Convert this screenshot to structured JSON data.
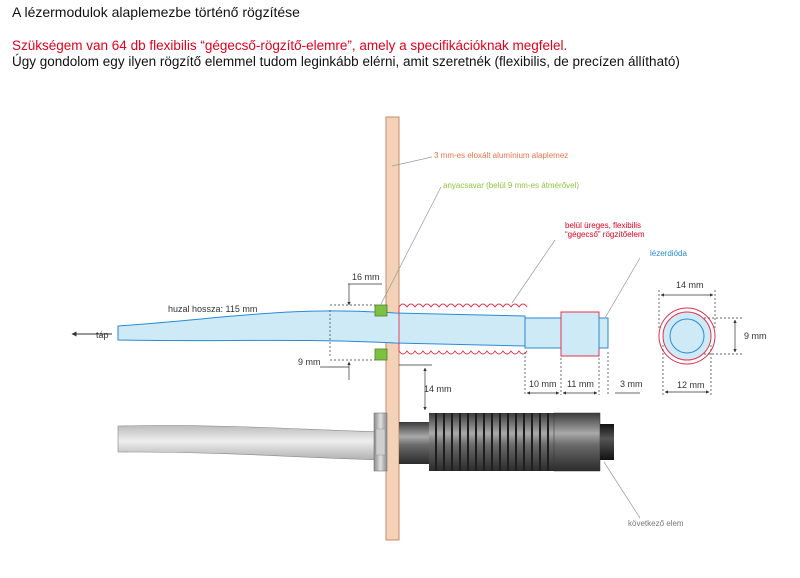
{
  "header": {
    "title": "A lézermodulok alaplemezbe történő rögzítése",
    "requirement": "Szükségem van 64 db flexibilis “gégecső-rögzítő-elemre”, amely a specifikációknak megfelel.",
    "description": "Úgy gondolom egy ilyen rögzítő elemmel tudom leginkább elérni, amit szeretnék (flexibilis, de precízen állítható)"
  },
  "labels": {
    "plate": "3 mm-es eloxált alumínium alaplemez",
    "nut": "anyacsavar (belül 9 mm-es átmérővel)",
    "flex_line1": "belül üreges, flexibilis",
    "flex_line2": "“gégecső” rögzítőelem",
    "laser": "lézerdióda",
    "wire_length": "huzal hossza: 115 mm",
    "power": "táp",
    "next_element": "következő elem"
  },
  "dimensions": {
    "d16": "16 mm",
    "d9_left": "9 mm",
    "d14_vertical": "14 mm",
    "d10": "10 mm",
    "d11": "11 mm",
    "d3": "3 mm",
    "d14_top": "14 mm",
    "d9_right": "9 mm",
    "d12": "12 mm"
  },
  "colors": {
    "plate": "#f3d2b8",
    "plate_stroke": "#c98a65",
    "label_orange": "#e8734a",
    "label_green": "#8dc63f",
    "label_red": "#e3001b",
    "label_blue": "#2a8ad6",
    "tube_fill": "#cfeaf7",
    "tube_stroke": "#2a8ad6",
    "nut_green": "#7cc242",
    "ring_red": "#e0324b"
  }
}
